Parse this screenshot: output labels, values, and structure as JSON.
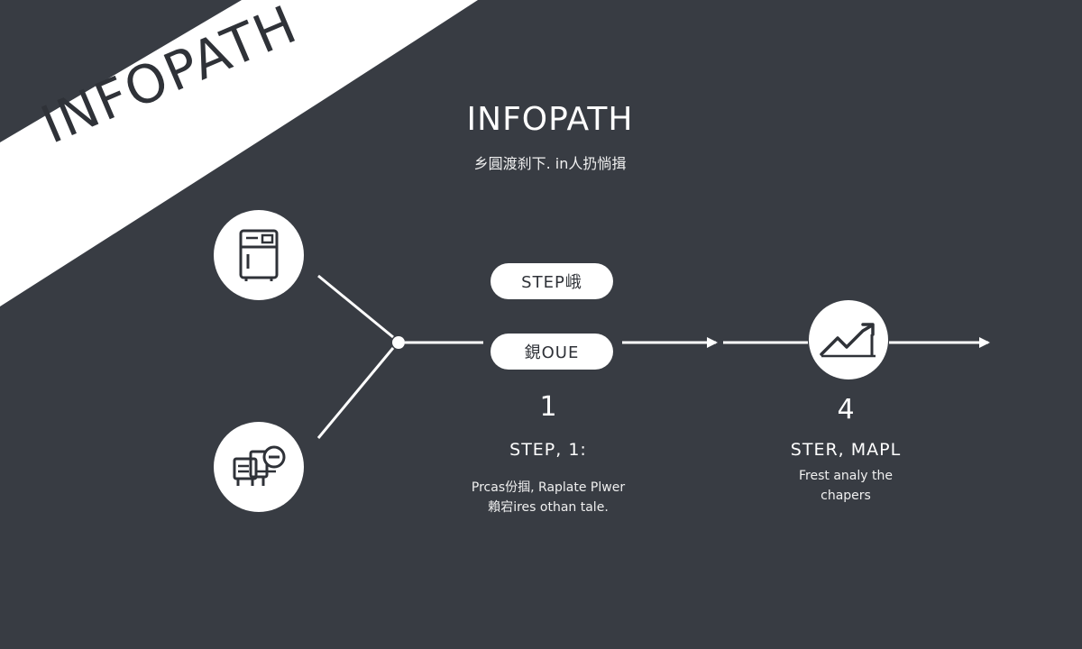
{
  "banner": {
    "text": "INFOPATH"
  },
  "header": {
    "title": "INFOPATH",
    "subtitle": "乡圓渡刹下. in人扔惝揖"
  },
  "nodes": {
    "top": {
      "icon": "appliance-icon"
    },
    "bottom": {
      "icon": "machine-icon"
    },
    "chart": {
      "icon": "trend-chart-icon"
    }
  },
  "pills": {
    "top": "STEP峨",
    "middle": "鋧OUE"
  },
  "step1": {
    "number": "1",
    "title": "STEP, 1:",
    "desc_line1": "Prcas份掴, Raplate Plwer",
    "desc_line2": "賴宕ires othan tale."
  },
  "step4": {
    "number": "4",
    "title": "STER, MAPL",
    "desc_line1": "Frest analy the",
    "desc_line2": "chapers"
  },
  "colors": {
    "background": "#383c43",
    "foreground": "#ffffff",
    "ink": "#2f3238"
  }
}
